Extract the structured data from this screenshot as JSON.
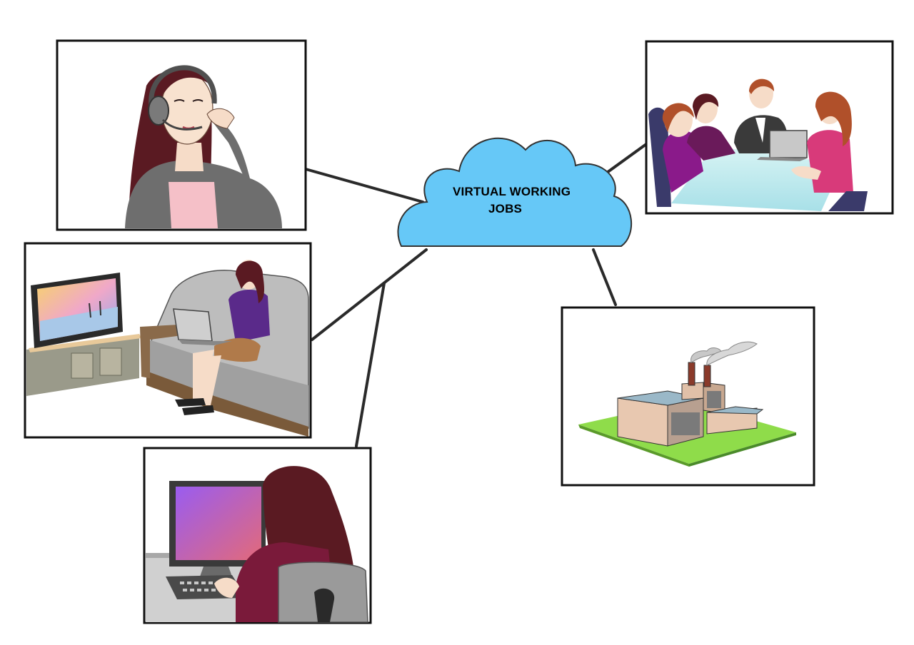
{
  "diagram": {
    "center_node": {
      "label_line1": "VIRTUAL WORKING",
      "label_line2": "JOBS"
    },
    "panels": [
      {
        "id": "call-center-worker",
        "icon": "headset-woman"
      },
      {
        "id": "team-meeting",
        "icon": "meeting-table"
      },
      {
        "id": "home-laptop-worker",
        "icon": "sofa-laptop-woman"
      },
      {
        "id": "computer-worker",
        "icon": "desktop-computer-woman"
      },
      {
        "id": "factory",
        "icon": "factory-building"
      }
    ],
    "colors": {
      "cloud_fill": "#66c8f7",
      "connector": "#2a2a2a",
      "panel_border": "#111111"
    }
  }
}
